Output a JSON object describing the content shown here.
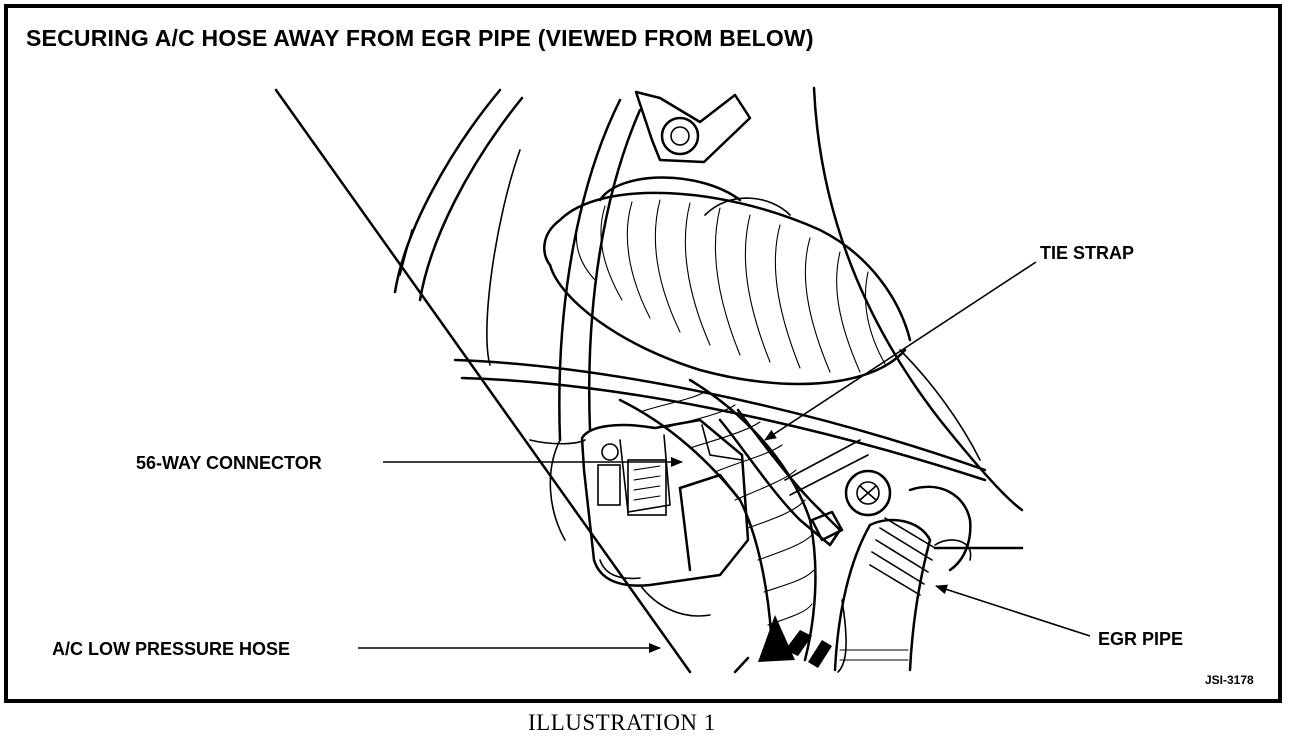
{
  "figure": {
    "title": "SECURING A/C HOSE AWAY FROM EGR PIPE (VIEWED FROM BELOW)",
    "figure_id": "JSI-3178",
    "caption": "ILLUSTRATION 1"
  },
  "labels": {
    "tie_strap": "TIE STRAP",
    "connector_56_way": "56-WAY CONNECTOR",
    "ac_low_pressure_hose": "A/C LOW PRESSURE HOSE",
    "egr_pipe": "EGR PIPE"
  }
}
